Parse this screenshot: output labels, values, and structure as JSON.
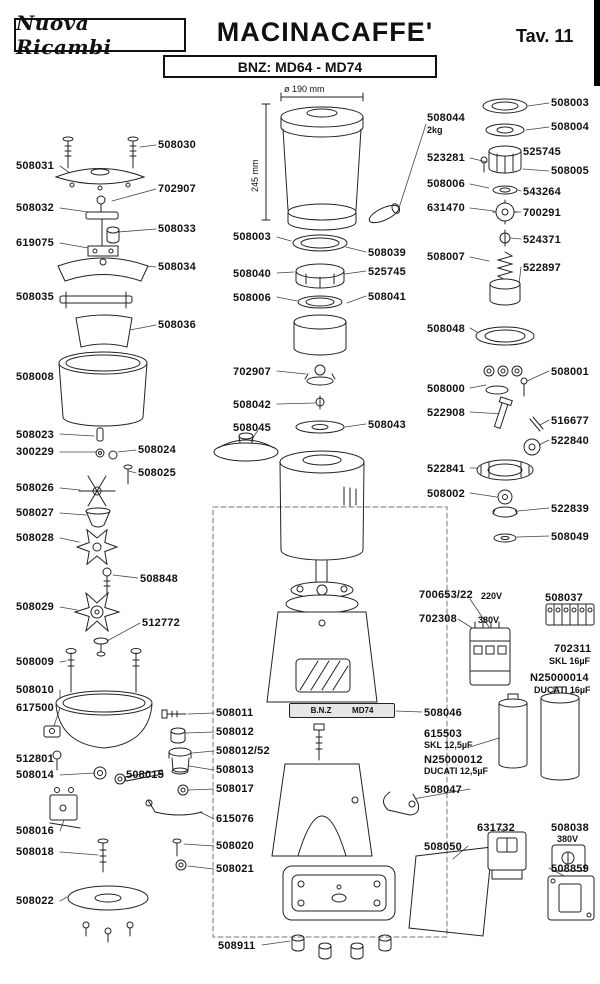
{
  "header": {
    "logo": "Nuova Ricambi",
    "title": "MACINACAFFE'",
    "tav": "Tav. 11",
    "subtitle": "BNZ: MD64 - MD74"
  },
  "dims": {
    "diameter": "ø 190 mm",
    "height": "245 mm"
  },
  "plate": {
    "brand": "B.N.Z",
    "model": "MD74"
  },
  "labels": {
    "n508030": "508030",
    "n508031": "508031",
    "n702907a": "702907",
    "n508032": "508032",
    "n508033": "508033",
    "n619075": "619075",
    "n508034": "508034",
    "n508035": "508035",
    "n508036": "508036",
    "n508008": "508008",
    "n508023": "508023",
    "n300229": "300229",
    "n508024": "508024",
    "n508025": "508025",
    "n508026": "508026",
    "n508027": "508027",
    "n508028": "508028",
    "n508848": "508848",
    "n508029": "508029",
    "n512772": "512772",
    "n508009": "508009",
    "n508010": "508010",
    "n617500": "617500",
    "n508011": "508011",
    "n508012": "508012",
    "n508012_52": "508012/52",
    "n512801": "512801",
    "n508014": "508014",
    "n508015": "508015",
    "n508013": "508013",
    "n508017": "508017",
    "n615076": "615076",
    "n508016": "508016",
    "n508020": "508020",
    "n508018": "508018",
    "n508021": "508021",
    "n508022": "508022",
    "n508044": "508044",
    "n508044_qty": "2kg",
    "n523281": "523281",
    "n508006a": "508006",
    "n631470": "631470",
    "n508003a": "508003",
    "n508039": "508039",
    "n508040": "508040",
    "n525745a": "525745",
    "n508006b": "508006",
    "n508041": "508041",
    "n702907b": "702907",
    "n508042": "508042",
    "n508045": "508045",
    "n508043": "508043",
    "n508046": "508046",
    "n508911": "508911",
    "n508003b": "508003",
    "n508004": "508004",
    "n525745b": "525745",
    "n508005": "508005",
    "n543264": "543264",
    "n700291": "700291",
    "n524371": "524371",
    "n508007": "508007",
    "n522897": "522897",
    "n508048": "508048",
    "n508001": "508001",
    "n508000": "508000",
    "n522908": "522908",
    "n516677": "516677",
    "n522840": "522840",
    "n522841": "522841",
    "n508002": "508002",
    "n522839": "522839",
    "n508049": "508049",
    "n700653_22": "700653/22",
    "v220": "220V",
    "n702308": "702308",
    "v380a": "380V",
    "n508037": "508037",
    "n702311": "702311",
    "cap702311": "SKL 16µF",
    "nN25000014": "N25000014",
    "capN14": "DUCATI 16µF",
    "n615503": "615503",
    "cap615503": "SKL 12,5µF",
    "nN25000012": "N25000012",
    "capN12": "DUCATI 12,5µF",
    "n508047": "508047",
    "n631732": "631732",
    "n508038": "508038",
    "v380b": "380V",
    "n508050": "508050",
    "n508859": "508859"
  }
}
